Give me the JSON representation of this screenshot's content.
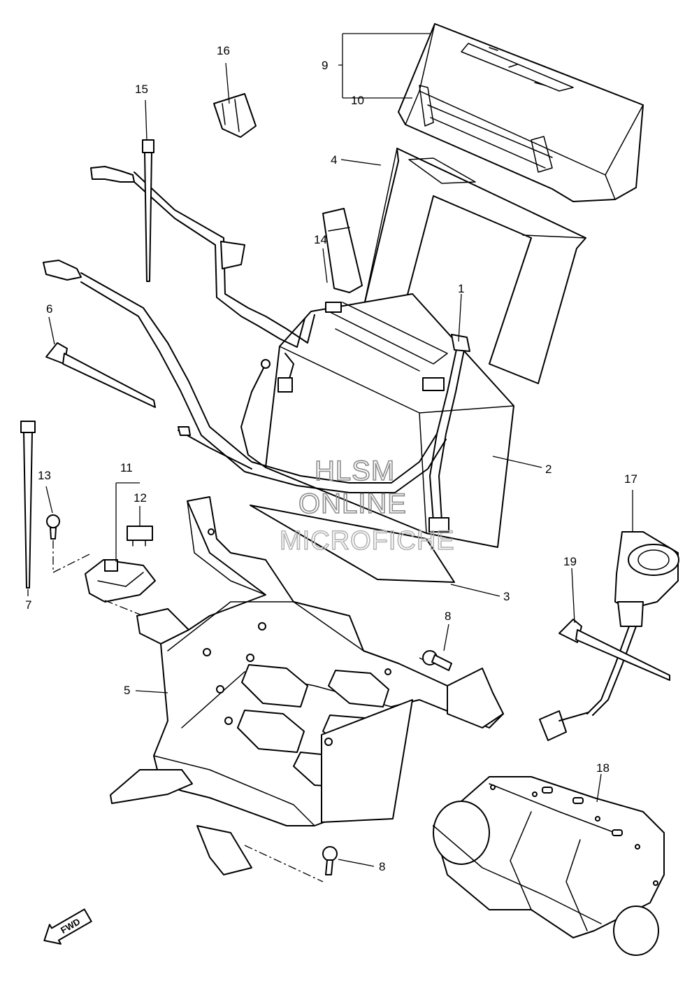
{
  "callouts": [
    {
      "id": "c1",
      "text": "1"
    },
    {
      "id": "c2",
      "text": "2"
    },
    {
      "id": "c3",
      "text": "3"
    },
    {
      "id": "c4",
      "text": "4"
    },
    {
      "id": "c5",
      "text": "5"
    },
    {
      "id": "c6",
      "text": "6"
    },
    {
      "id": "c7",
      "text": "7"
    },
    {
      "id": "c8a",
      "text": "8"
    },
    {
      "id": "c8b",
      "text": "8"
    },
    {
      "id": "c9",
      "text": "9"
    },
    {
      "id": "c10",
      "text": "10"
    },
    {
      "id": "c11",
      "text": "11"
    },
    {
      "id": "c12",
      "text": "12"
    },
    {
      "id": "c13",
      "text": "13"
    },
    {
      "id": "c14",
      "text": "14"
    },
    {
      "id": "c15",
      "text": "15"
    },
    {
      "id": "c16",
      "text": "16"
    },
    {
      "id": "c17",
      "text": "17"
    },
    {
      "id": "c18",
      "text": "18"
    },
    {
      "id": "c19",
      "text": "19"
    }
  ],
  "watermark": {
    "line1": "HLSM",
    "line2": "ONLINE",
    "line3": "MICROFICHE"
  },
  "fwd_label": "FWD"
}
